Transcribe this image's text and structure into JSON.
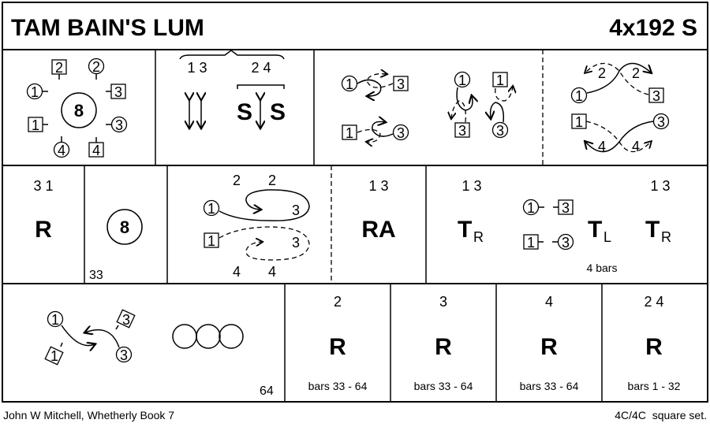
{
  "header": {
    "title": "TAM BAIN'S LUM",
    "set_info": "4x192 S"
  },
  "row1": {
    "setup": {
      "center": "8",
      "dancers": [
        "2",
        "2",
        "1",
        "3",
        "1",
        "3",
        "4",
        "4"
      ]
    },
    "set": {
      "couples_a": "1 3",
      "couples_b": "2 4",
      "s_left": "S",
      "s_right": "S"
    },
    "turns": {
      "labels": [
        "1",
        "3",
        "1",
        "3",
        "1",
        "3",
        "1",
        "3"
      ]
    },
    "cross": {
      "labels": [
        "1",
        "3",
        "1",
        "3"
      ],
      "bar_a1": "2",
      "bar_a2": "2",
      "bar_b1": "4",
      "bar_b2": "4"
    }
  },
  "row2": {
    "reel": {
      "couples": "3 1",
      "label": "R"
    },
    "eight": {
      "center": "8",
      "bar": "33"
    },
    "loops": {
      "top1": "2",
      "top2": "2",
      "bot1": "4",
      "bot2": "4",
      "labels": [
        "1",
        "3",
        "1",
        "3"
      ]
    },
    "rights": {
      "couples": "1 3",
      "label": "RA"
    },
    "turning": {
      "couples_a": "1 3",
      "couples_b": "1 3",
      "t1": "T",
      "t1_sub": "R",
      "t2": "T",
      "t2_sub": "L",
      "t3": "T",
      "t3_sub": "R",
      "labels": [
        "1",
        "3",
        "1",
        "3"
      ],
      "bars_note": "4 bars"
    }
  },
  "row3": {
    "promenade": {
      "labels": [
        "1",
        "3",
        "1",
        "3"
      ],
      "bar": "64"
    },
    "reels": [
      {
        "couples": "2",
        "label": "R",
        "bars": "bars 33 - 64"
      },
      {
        "couples": "3",
        "label": "R",
        "bars": "bars 33 - 64"
      },
      {
        "couples": "4",
        "label": "R",
        "bars": "bars 33 - 64"
      },
      {
        "couples": "2 4",
        "label": "R",
        "bars": "bars 1 - 32"
      }
    ]
  },
  "footer": {
    "author": "John W Mitchell, Whetherly Book 7",
    "set_type": "4C/4C  square set."
  }
}
